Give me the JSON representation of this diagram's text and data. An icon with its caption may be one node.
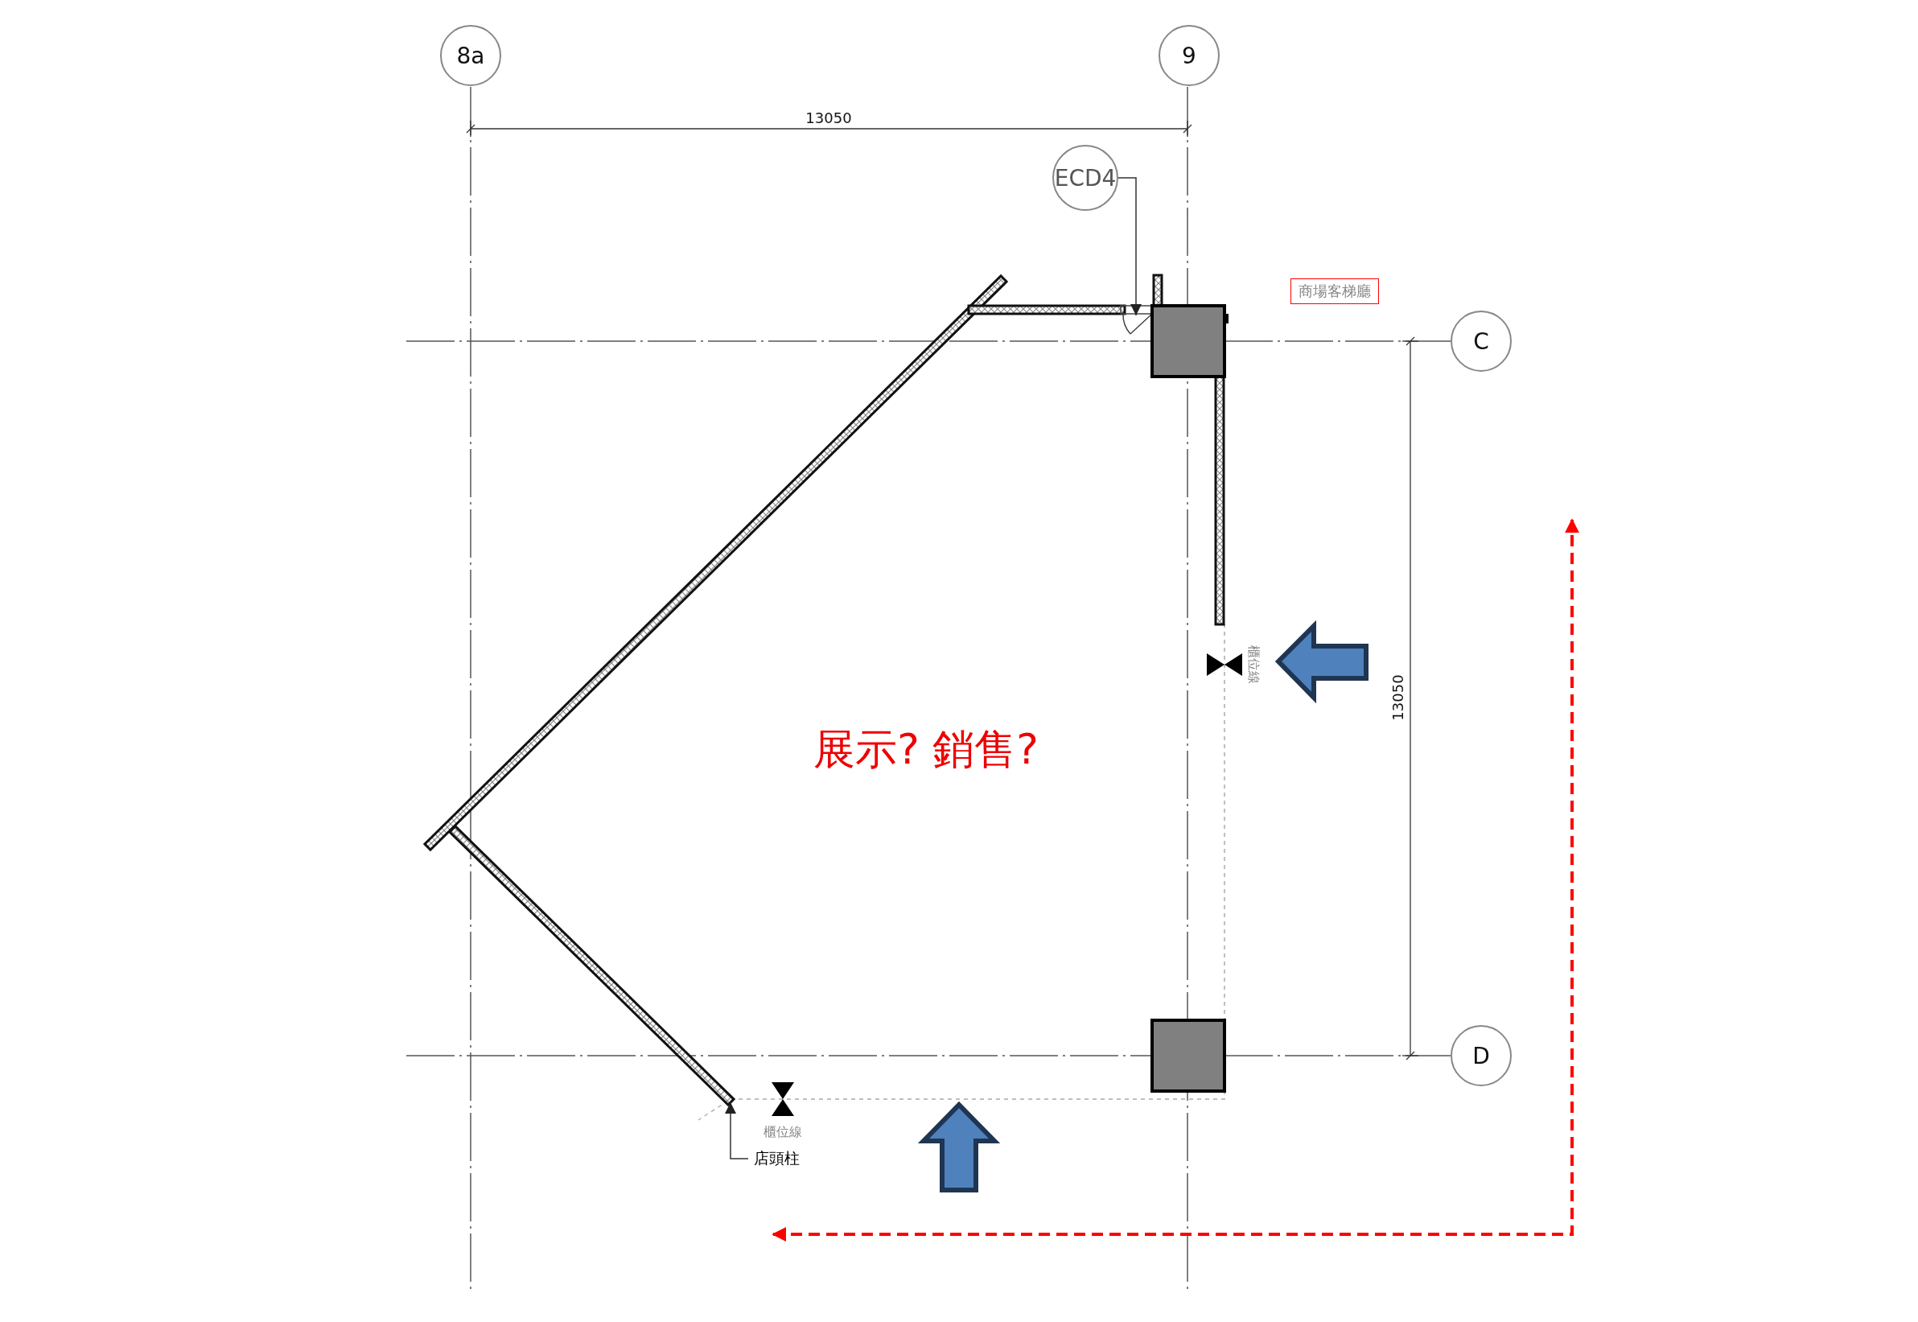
{
  "diagram": {
    "nodes": [
      {
        "text": [
          "8a"
        ]
      },
      {
        "text": [
          "9"
        ]
      },
      {
        "text": [
          "ECD4"
        ]
      },
      {
        "text": [
          "商場客梯廳"
        ]
      },
      {
        "text": [
          "C"
        ]
      },
      {
        "text": [
          "D"
        ]
      },
      {
        "text": [
          "店頭柱"
        ]
      },
      {
        "text": [],
        "shape": "door"
      },
      {
        "text": [],
        "shape": "box"
      },
      {
        "text": [],
        "shape": "box"
      },
      {
        "text": [],
        "shape": "wall"
      }
    ],
    "edges": [
      {
        "from": 2,
        "to": 7,
        "arrow": "to"
      },
      {
        "from": 6,
        "to": 10,
        "arrow": "to"
      }
    ],
    "labels": [
      "13050",
      "櫃位線",
      "13050",
      "展示? 銷售?",
      "櫃位線"
    ]
  }
}
